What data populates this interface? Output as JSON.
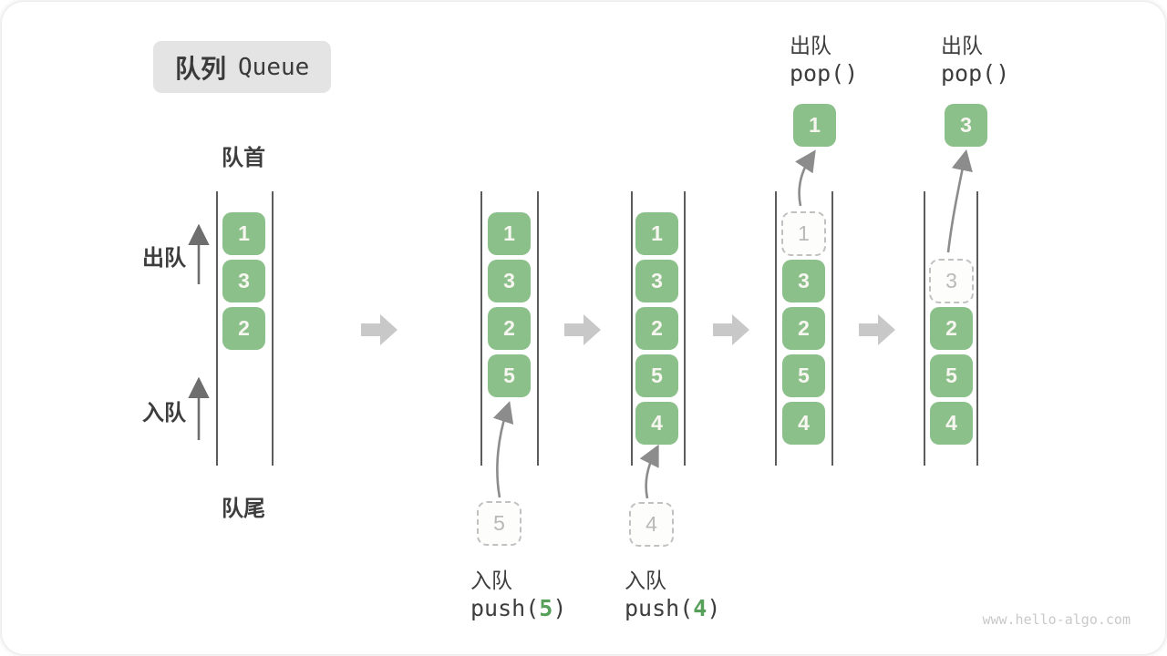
{
  "title": {
    "zh": "队列",
    "en": "Queue"
  },
  "structure_labels": {
    "front": "队首",
    "rear": "队尾"
  },
  "side_labels": {
    "dequeue": "出队",
    "enqueue": "入队"
  },
  "states": {
    "s1": {
      "cells": {
        "r1": "1",
        "r2": "3",
        "r3": "2"
      }
    },
    "s2": {
      "cells": {
        "r1": "1",
        "r2": "3",
        "r3": "2",
        "r4": "5"
      },
      "incoming": "5",
      "action": {
        "zh": "入队",
        "fn_open": "push(",
        "arg": "5",
        "fn_close": ")"
      }
    },
    "s3": {
      "cells": {
        "r1": "1",
        "r2": "3",
        "r3": "2",
        "r4": "5",
        "r5": "4"
      },
      "incoming": "4",
      "action": {
        "zh": "入队",
        "fn_open": "push(",
        "arg": "4",
        "fn_close": ")"
      }
    },
    "s4": {
      "cells": {
        "r2": "3",
        "r3": "2",
        "r4": "5",
        "r5": "4"
      },
      "removed": "1",
      "popped": "1",
      "action": {
        "zh": "出队",
        "fn": "pop()"
      }
    },
    "s5": {
      "cells": {
        "r3": "2",
        "r4": "5",
        "r5": "4"
      },
      "removed": "3",
      "popped": "3",
      "action": {
        "zh": "出队",
        "fn": "pop()"
      }
    }
  },
  "watermark": "www.hello-algo.com",
  "colors": {
    "cell_green": "#8cc08a",
    "arg_green": "#57a05a",
    "title_bg": "#e4e4e4",
    "ghost_gray": "#c1c1c1"
  }
}
